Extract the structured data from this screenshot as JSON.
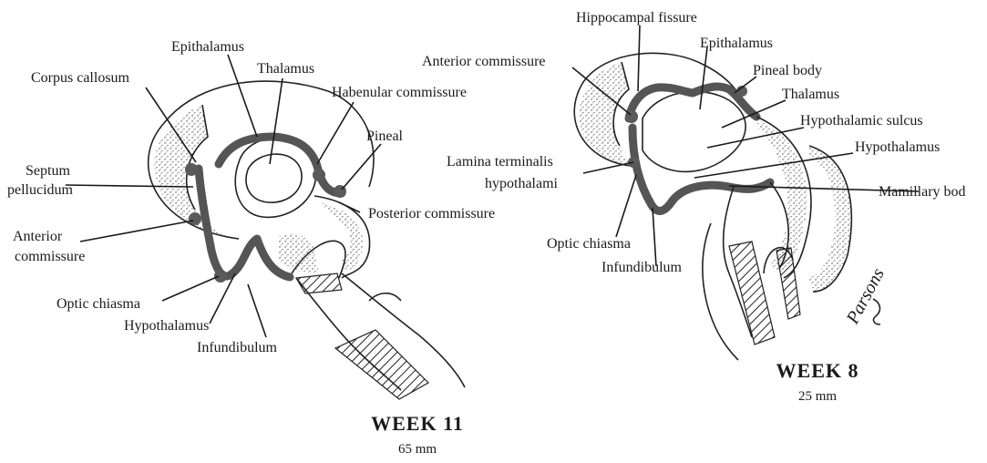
{
  "week11": {
    "title": "WEEK 11",
    "size": "65 mm",
    "labels": {
      "epithalamus": "Epithalamus",
      "thalamus": "Thalamus",
      "corpus_callosum": "Corpus callosum",
      "habenular_commissure": "Habenular commissure",
      "pineal": "Pineal",
      "septum_1": "Septum",
      "septum_2": "pellucidum",
      "anterior_commissure_1": "Anterior",
      "anterior_commissure_2": "commissure",
      "posterior_commissure": "Posterior commissure",
      "optic_chiasma": "Optic chiasma",
      "hypothalamus": "Hypothalamus",
      "infundibulum": "Infundibulum"
    }
  },
  "week8": {
    "title": "WEEK 8",
    "size": "25 mm",
    "labels": {
      "hippocampal_fissure": "Hippocampal fissure",
      "epithalamus": "Epithalamus",
      "anterior_commissure": "Anterior commissure",
      "pineal_body": "Pineal body",
      "thalamus": "Thalamus",
      "hypothalamic_sulcus": "Hypothalamic sulcus",
      "hypothalamus": "Hypothalamus",
      "lamina_terminalis_1": "Lamina terminalis",
      "lamina_terminalis_2": "hypothalami",
      "mamillary_body": "Mamillary bod",
      "optic_chiasma": "Optic chiasma",
      "infundibulum": "Infundibulum"
    }
  },
  "signature": "Parsons"
}
